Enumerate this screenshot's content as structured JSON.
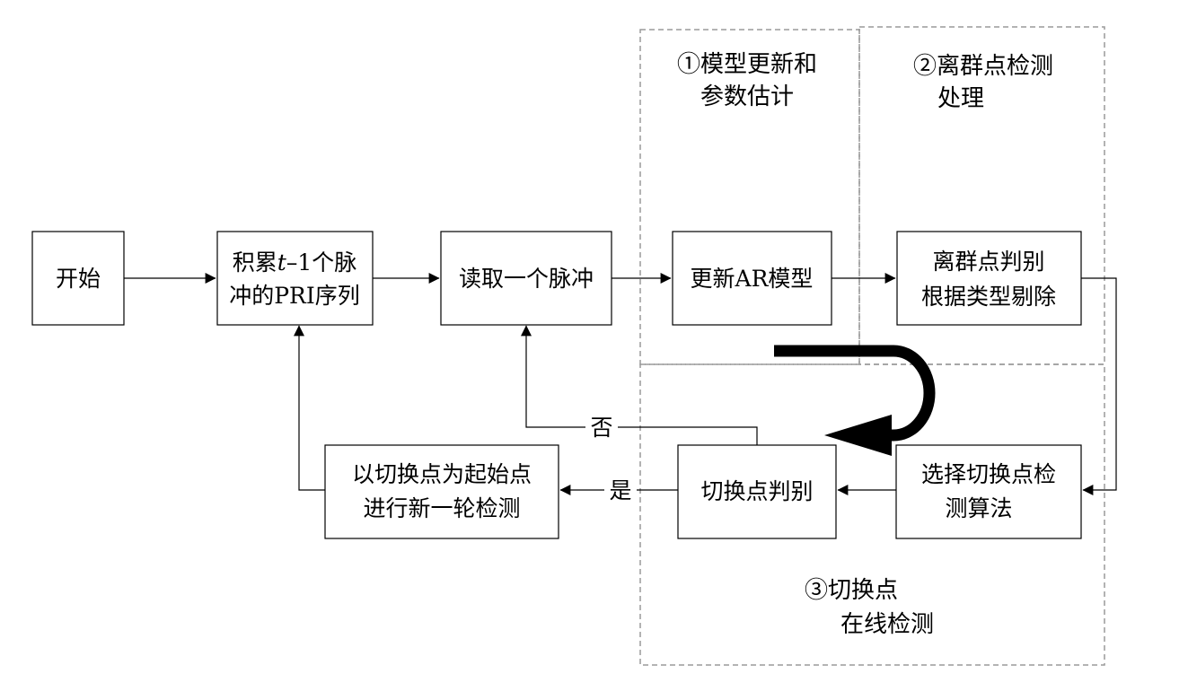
{
  "regions": {
    "model_update": {
      "line1": "①模型更新和",
      "line2": "参数估计"
    },
    "outlier": {
      "line1": "②离群点检测",
      "line2": "处理"
    },
    "switch_online": {
      "line1": "③切换点",
      "line2": "在线检测"
    }
  },
  "nodes": {
    "start": {
      "line1": "开始"
    },
    "accumulate": {
      "line1_a": "积累",
      "line1_var": "t",
      "line1_b": "–1个脉",
      "line2": "冲的PRI序列"
    },
    "read_pulse": {
      "line1": "读取一个脉冲"
    },
    "update_ar": {
      "line1": "更新AR模型"
    },
    "outlier_judge": {
      "line1": "离群点判别",
      "line2": "根据类型剔除"
    },
    "select_algo": {
      "line1": "选择切换点检",
      "line2": "测算法"
    },
    "switch_judge": {
      "line1": "切换点判别"
    },
    "new_round": {
      "line1": "以切换点为起始点",
      "line2": "进行新一轮检测"
    }
  },
  "edges": {
    "no_label": "否",
    "yes_label": "是"
  }
}
